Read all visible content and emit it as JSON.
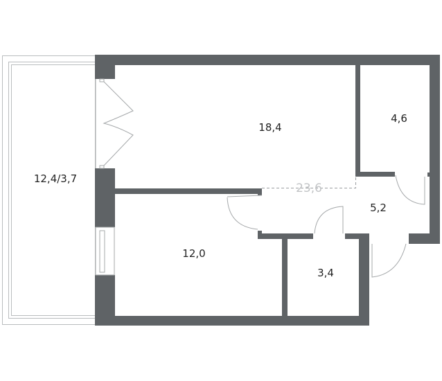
{
  "plan": {
    "rooms": [
      {
        "id": "living-room",
        "area": "18,4"
      },
      {
        "id": "wardrobe",
        "area": "4,6"
      },
      {
        "id": "hallway",
        "area": "5,2"
      },
      {
        "id": "bedroom",
        "area": "12,0"
      },
      {
        "id": "bathroom",
        "area": "3,4"
      },
      {
        "id": "balcony",
        "area": "12,4/3,7"
      }
    ],
    "combined_area": "23,6",
    "colors": {
      "wall": "#5f6366",
      "text": "#222222",
      "combined_text": "#c2c4c6"
    }
  }
}
